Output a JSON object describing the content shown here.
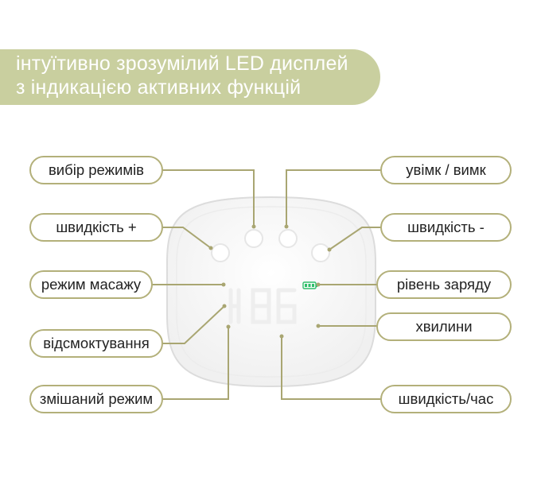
{
  "banner": {
    "line1": "інтуїтивно зрозумілий LED дисплей",
    "line2": "з індикацією активних функцій"
  },
  "labels": {
    "mode_select": "вибір режимів",
    "speed_plus": "швидкість +",
    "massage_mode": "режим масажу",
    "suction": "відсмоктування",
    "mixed_mode": "змішаний режим",
    "power": "увімк / вимк",
    "speed_minus": "швидкість -",
    "charge_level": "рівень заряду",
    "minutes": "хвилини",
    "speed_time": "швидкість/час"
  },
  "colors": {
    "banner": "#c9cf9f",
    "pill_border": "#b3b07a",
    "connector": "#a9a672",
    "battery": "#2fbf6a"
  },
  "icons": [
    "device-panel",
    "button-icon",
    "battery-icon",
    "led-digits"
  ]
}
